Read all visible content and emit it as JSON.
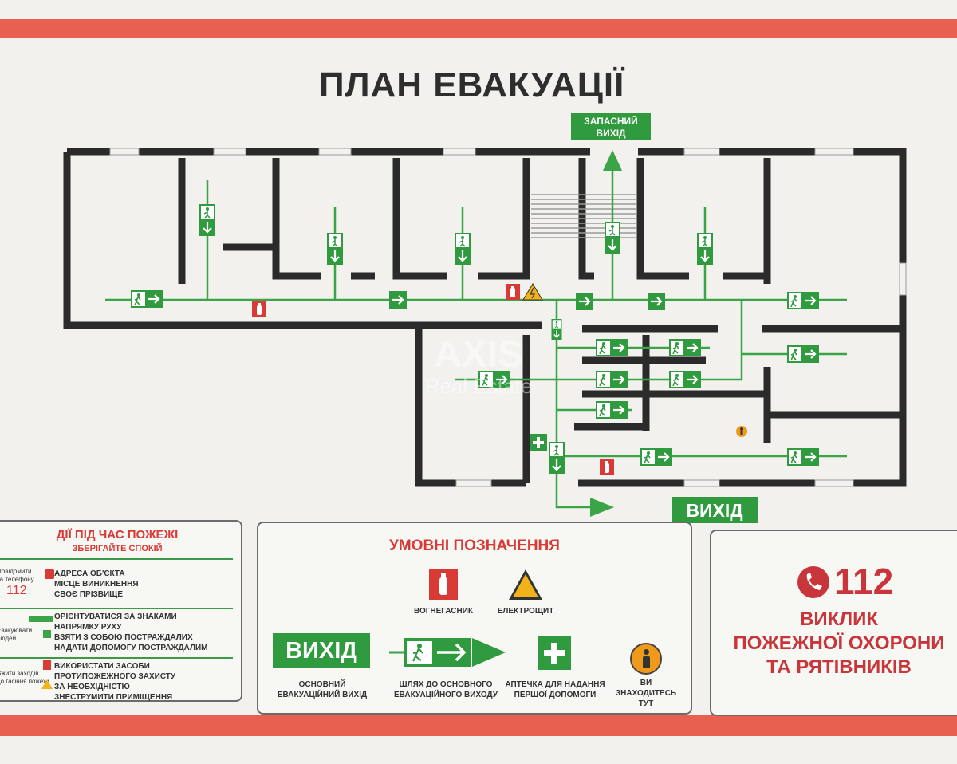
{
  "title": "ПЛАН ЕВАКУАЦІЇ",
  "plan": {
    "spare_exit": [
      "ЗАПАСНИЙ",
      "ВИХІД"
    ],
    "main_exit": "ВИХІД"
  },
  "watermark": {
    "brand": "AXIS",
    "sub": "Real Estate"
  },
  "actions": {
    "title": "ДІЇ ПІД ЧАС ПОЖЕЖІ",
    "subtitle": "ЗБЕРІГАЙТЕ СПОКІЙ",
    "call_lines": [
      "Повідомити",
      "за телефону"
    ],
    "phone": "112",
    "report_items": [
      "АДРЕСА ОБ'ЄКТА",
      "МІСЦЕ ВИНИКНЕННЯ",
      "СВОЄ ПРІЗВИЩЕ"
    ],
    "evacuate_lines": [
      "Евакуювати",
      "людей"
    ],
    "evacuate_items": [
      "ОРІЄНТУВАТИСЯ ЗА ЗНАКАМИ",
      "НАПРЯМКУ РУХУ",
      "ВЗЯТИ З СОБОЮ ПОСТРАЖДАЛИХ",
      "НАДАТИ ДОПОМОГУ ПОСТРАЖДАЛИМ"
    ],
    "measures_lines": [
      "Вжити заходів",
      "до гасіння пожежі"
    ],
    "measures_items": [
      "ВИКОРИСТАТИ ЗАСОБИ",
      "ПРОТИПОЖЕЖНОГО ЗАХИСТУ",
      "ЗА НЕОБХІДНІСТЮ",
      "ЗНЕСТРУМИТИ ПРИМІЩЕННЯ"
    ]
  },
  "legend": {
    "title": "УМОВНІ ПОЗНАЧЕННЯ",
    "extinguisher": "ВОГНЕГАСНИК",
    "switchboard": "ЕЛЕКТРОЩИТ",
    "exit_sign": "ВИХІД",
    "exit_desc": [
      "ОСНОВНИЙ",
      "ЕВАКУАЦІЙНИЙ ВИХІД"
    ],
    "path_desc": [
      "ШЛЯХ ДО ОСНОВНОГО",
      "ЕВАКУАЦІЙНОГО ВИХОДУ"
    ],
    "first_aid_desc": [
      "АПТЕЧКА ДЛЯ НАДАННЯ",
      "ПЕРШОЇ ДОПОМОГИ"
    ],
    "you_are_here": [
      "ВИ",
      "ЗНАХОДИТЕСЬ",
      "ТУТ"
    ]
  },
  "call": {
    "number": "112",
    "lines": [
      "ВИКЛИК",
      "ПОЖЕЖНОЇ ОХОРОНИ",
      "ТА РЯТІВНИКІВ"
    ]
  },
  "colors": {
    "wall": "#2b2b2b",
    "route": "#3aa447",
    "sign": "#2f9a3e",
    "accent": "#d83a35",
    "stripe": "#e8604f"
  }
}
